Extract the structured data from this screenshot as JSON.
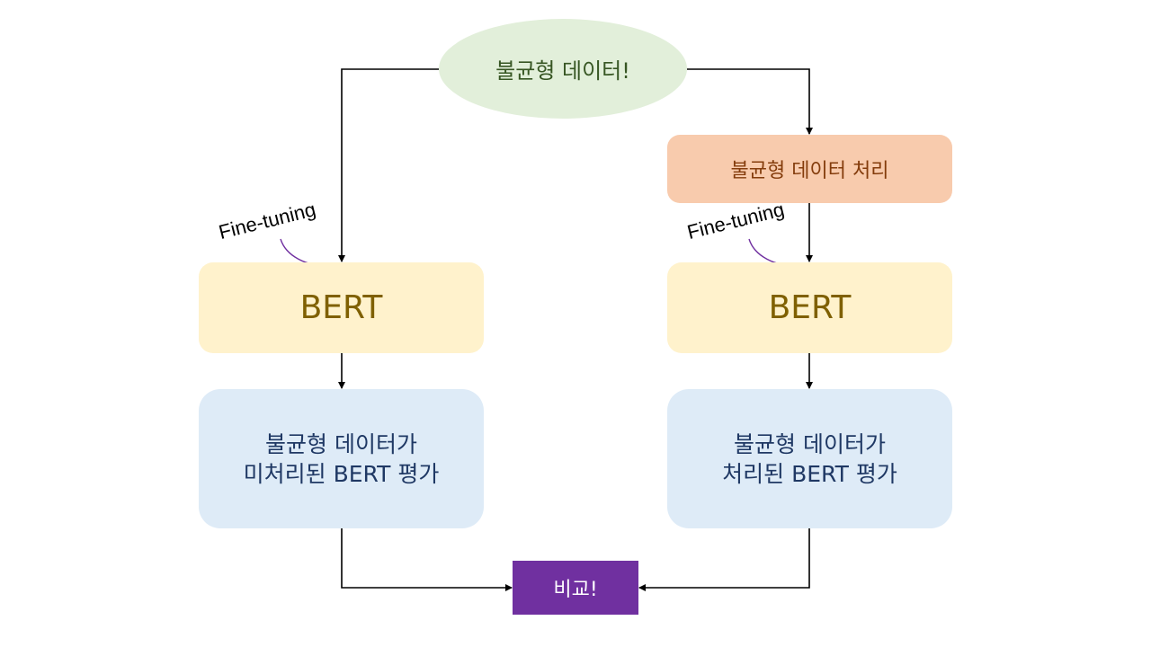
{
  "start": {
    "label": "불균형 데이터!"
  },
  "process": {
    "label": "불균형 데이터 처리"
  },
  "left_branch": {
    "finetune_label": "Fine-tuning",
    "model_label": "BERT",
    "eval_line1": "불균형 데이터가",
    "eval_line2": "미처리된 BERT 평가"
  },
  "right_branch": {
    "finetune_label": "Fine-tuning",
    "model_label": "BERT",
    "eval_line1": "불균형 데이터가",
    "eval_line2": "처리된 BERT 평가"
  },
  "compare": {
    "label": "비교!"
  },
  "colors": {
    "start_fill": "#e2efda",
    "process_fill": "#f8cbad",
    "model_fill": "#fff2cc",
    "eval_fill": "#deebf7",
    "compare_fill": "#7030a0",
    "finetune_arrow": "#7030a0"
  }
}
